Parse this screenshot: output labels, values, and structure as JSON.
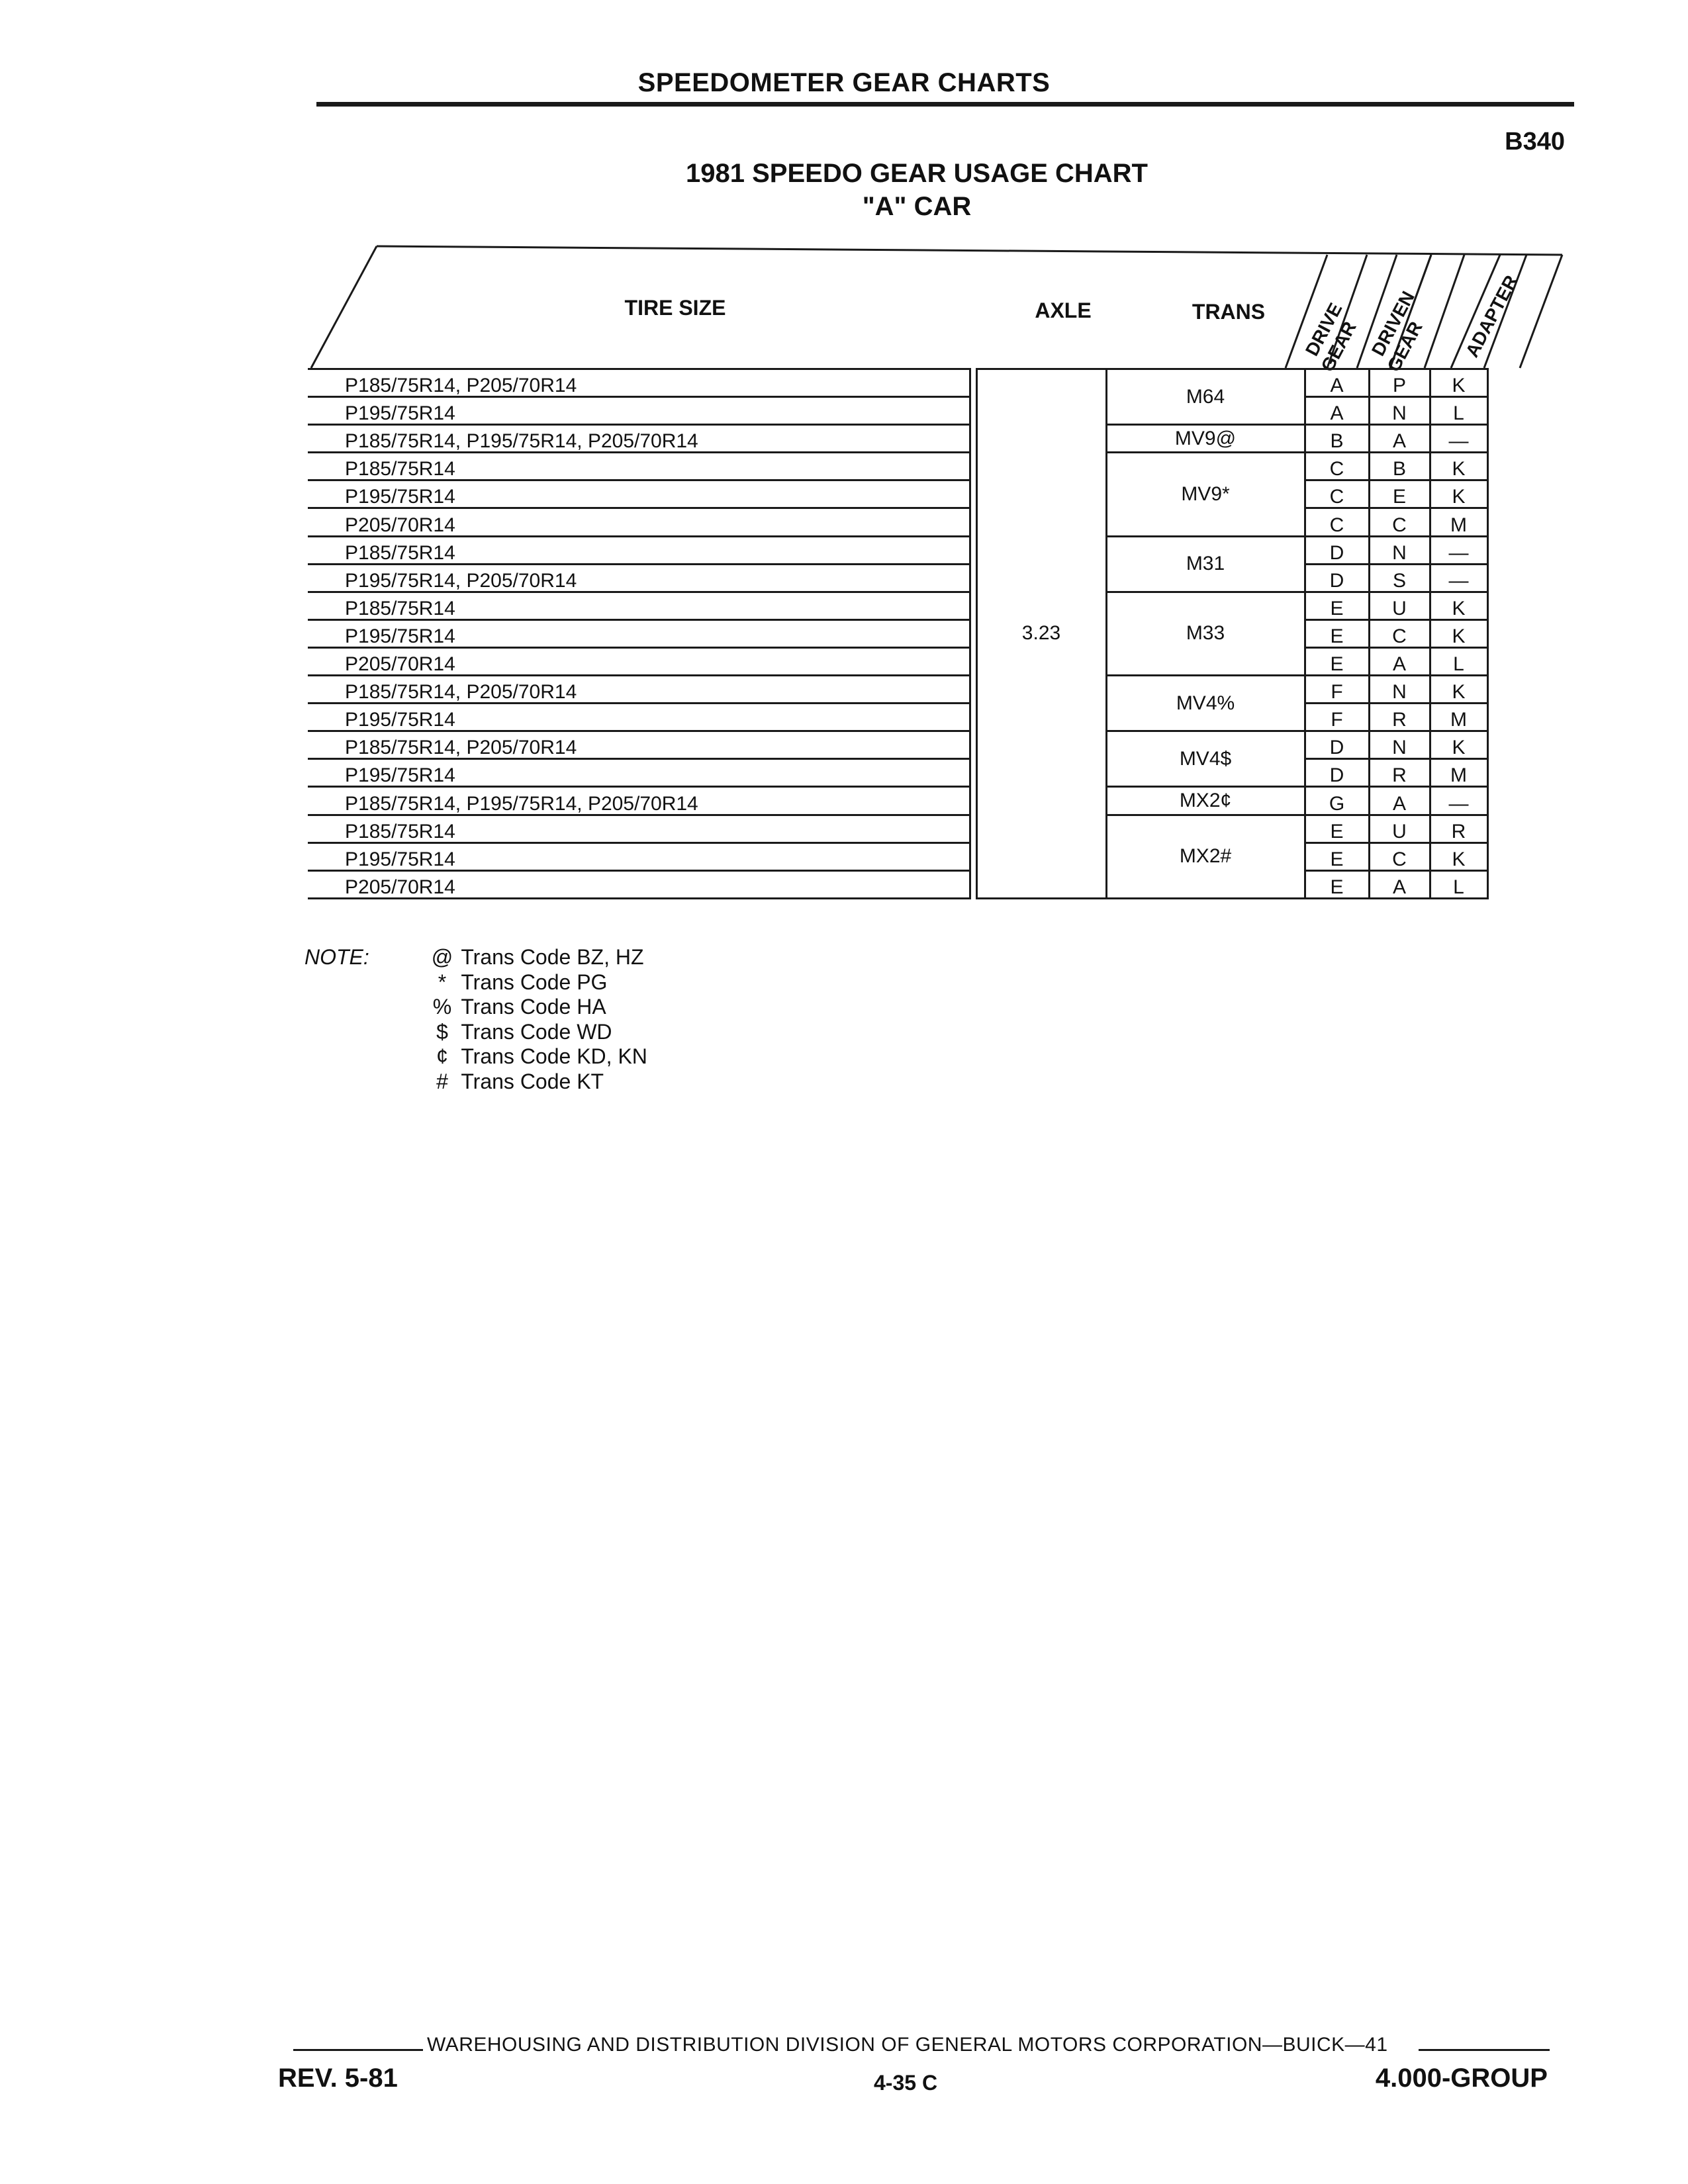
{
  "header": {
    "title": "SPEEDOMETER GEAR CHARTS",
    "code": "B340"
  },
  "chart": {
    "title": "1981 SPEEDO GEAR USAGE CHART",
    "subtitle": "\"A\" CAR"
  },
  "columns": {
    "tire_size": "TIRE SIZE",
    "axle": "AXLE",
    "trans": "TRANS",
    "drive_gear": [
      "DRIVE",
      "GEAR"
    ],
    "driven_gear": [
      "DRIVEN",
      "GEAR"
    ],
    "adapter": "ADAPTER"
  },
  "axle_value": "3.23",
  "rows": [
    {
      "tire": "P185/75R14, P205/70R14",
      "drive": "A",
      "driven": "P",
      "adapter": "K"
    },
    {
      "tire": "P195/75R14",
      "drive": "A",
      "driven": "N",
      "adapter": "L"
    },
    {
      "tire": "P185/75R14, P195/75R14, P205/70R14",
      "drive": "B",
      "driven": "A",
      "adapter": "—"
    },
    {
      "tire": "P185/75R14",
      "drive": "C",
      "driven": "B",
      "adapter": "K"
    },
    {
      "tire": "P195/75R14",
      "drive": "C",
      "driven": "E",
      "adapter": "K"
    },
    {
      "tire": "P205/70R14",
      "drive": "C",
      "driven": "C",
      "adapter": "M"
    },
    {
      "tire": "P185/75R14",
      "drive": "D",
      "driven": "N",
      "adapter": "—"
    },
    {
      "tire": "P195/75R14, P205/70R14",
      "drive": "D",
      "driven": "S",
      "adapter": "—"
    },
    {
      "tire": "P185/75R14",
      "drive": "E",
      "driven": "U",
      "adapter": "K"
    },
    {
      "tire": "P195/75R14",
      "drive": "E",
      "driven": "C",
      "adapter": "K"
    },
    {
      "tire": "P205/70R14",
      "drive": "E",
      "driven": "A",
      "adapter": "L"
    },
    {
      "tire": "P185/75R14, P205/70R14",
      "drive": "F",
      "driven": "N",
      "adapter": "K"
    },
    {
      "tire": "P195/75R14",
      "drive": "F",
      "driven": "R",
      "adapter": "M"
    },
    {
      "tire": "P185/75R14, P205/70R14",
      "drive": "D",
      "driven": "N",
      "adapter": "K"
    },
    {
      "tire": "P195/75R14",
      "drive": "D",
      "driven": "R",
      "adapter": "M"
    },
    {
      "tire": "P185/75R14, P195/75R14, P205/70R14",
      "drive": "G",
      "driven": "A",
      "adapter": "—"
    },
    {
      "tire": "P185/75R14",
      "drive": "E",
      "driven": "U",
      "adapter": "R"
    },
    {
      "tire": "P195/75R14",
      "drive": "E",
      "driven": "C",
      "adapter": "K"
    },
    {
      "tire": "P205/70R14",
      "drive": "E",
      "driven": "A",
      "adapter": "L"
    }
  ],
  "trans_groups": [
    {
      "label": "M64",
      "start": 0,
      "span": 2
    },
    {
      "label": "MV9@",
      "start": 2,
      "span": 1
    },
    {
      "label": "MV9*",
      "start": 3,
      "span": 3
    },
    {
      "label": "M31",
      "start": 6,
      "span": 2
    },
    {
      "label": "M33",
      "start": 8,
      "span": 3
    },
    {
      "label": "MV4%",
      "start": 11,
      "span": 2
    },
    {
      "label": "MV4$",
      "start": 13,
      "span": 2
    },
    {
      "label": "MX2¢",
      "start": 15,
      "span": 1
    },
    {
      "label": "MX2#",
      "start": 16,
      "span": 3
    }
  ],
  "notes": {
    "label": "NOTE:",
    "items": [
      {
        "symbol": "@",
        "text": "Trans Code BZ, HZ"
      },
      {
        "symbol": "*",
        "text": "Trans Code PG"
      },
      {
        "symbol": "%",
        "text": "Trans Code HA"
      },
      {
        "symbol": "$",
        "text": "Trans Code WD"
      },
      {
        "symbol": "¢",
        "text": "Trans Code KD, KN"
      },
      {
        "symbol": "#",
        "text": "Trans Code KT"
      }
    ]
  },
  "footer": {
    "corporation": "WAREHOUSING AND DISTRIBUTION  DIVISION OF GENERAL MOTORS CORPORATION—BUICK—41",
    "revision": "REV. 5-81",
    "page": "4-35  C",
    "group": "4.000-GROUP"
  }
}
